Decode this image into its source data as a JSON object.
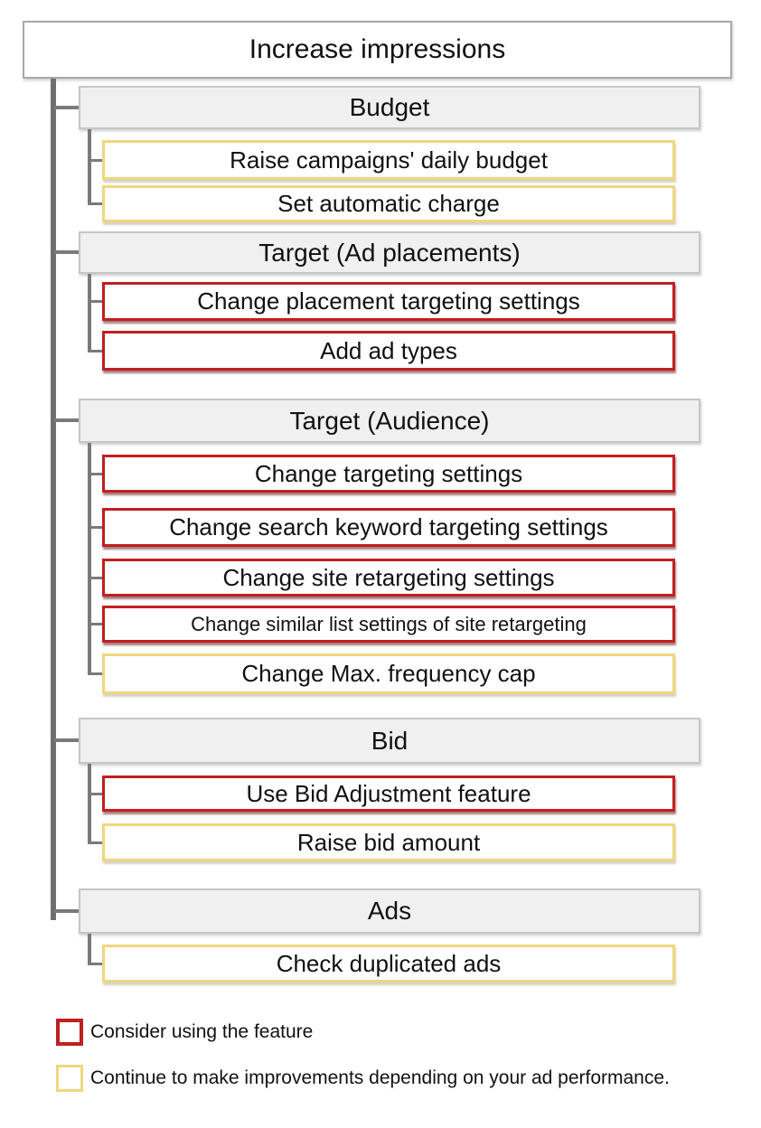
{
  "title": "Increase impressions",
  "colors": {
    "consider_feature_border": "#c11f1f",
    "continue_improve_border": "#efd77d",
    "category_fill": "#f0f0f0",
    "category_border": "#c6c6c6",
    "connector": "#6f6f6f"
  },
  "sections": [
    {
      "label": "Budget",
      "items": [
        {
          "label": "Raise campaigns' daily budget",
          "type": "yellow"
        },
        {
          "label": "Set automatic charge",
          "type": "yellow"
        }
      ]
    },
    {
      "label": "Target (Ad placements)",
      "items": [
        {
          "label": "Change placement targeting settings",
          "type": "red"
        },
        {
          "label": "Add ad types",
          "type": "red"
        }
      ]
    },
    {
      "label": "Target (Audience)",
      "items": [
        {
          "label": "Change targeting settings",
          "type": "red"
        },
        {
          "label": "Change search keyword targeting settings",
          "type": "red"
        },
        {
          "label": "Change site retargeting settings",
          "type": "red"
        },
        {
          "label": "Change similar list settings of site retargeting",
          "type": "red"
        },
        {
          "label": "Change Max. frequency cap",
          "type": "yellow"
        }
      ]
    },
    {
      "label": "Bid",
      "items": [
        {
          "label": "Use Bid Adjustment feature",
          "type": "red"
        },
        {
          "label": "Raise bid amount",
          "type": "yellow"
        }
      ]
    },
    {
      "label": "Ads",
      "items": [
        {
          "label": "Check duplicated ads",
          "type": "yellow"
        }
      ]
    }
  ],
  "legend": [
    {
      "type": "red",
      "label": "Consider using the feature"
    },
    {
      "type": "yellow",
      "label": "Continue to make improvements depending on your ad performance."
    }
  ]
}
